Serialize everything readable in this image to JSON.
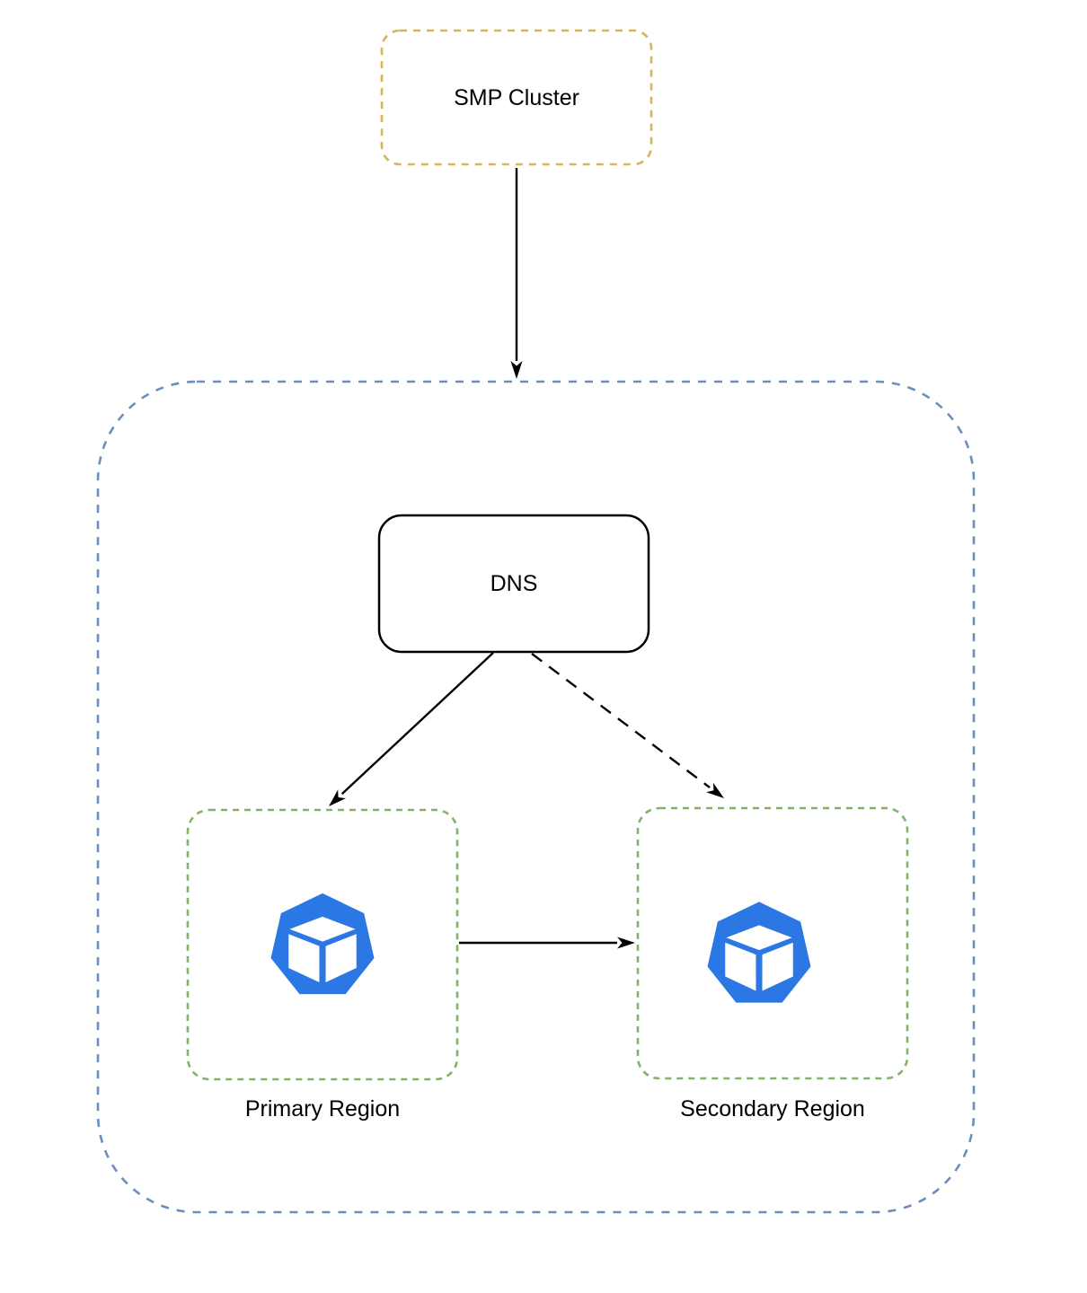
{
  "diagram": {
    "type": "flow-diagram",
    "nodes": {
      "smp_cluster": {
        "label": "SMP Cluster",
        "border_style": "dashed"
      },
      "dns_zone_container": {
        "label": "",
        "border_style": "dashed"
      },
      "dns": {
        "label": "DNS",
        "border_style": "solid"
      },
      "primary_region": {
        "label": "Primary Region",
        "border_style": "dashed",
        "icon": "workload-cube-icon"
      },
      "secondary_region": {
        "label": "Secondary Region",
        "border_style": "dashed",
        "icon": "workload-cube-icon"
      }
    },
    "edges": [
      {
        "from": "smp_cluster",
        "to": "dns_zone_container",
        "style": "solid-arrow"
      },
      {
        "from": "dns",
        "to": "primary_region",
        "style": "solid-arrow"
      },
      {
        "from": "dns",
        "to": "secondary_region",
        "style": "dashed-arrow"
      },
      {
        "from": "primary_region",
        "to": "secondary_region",
        "style": "solid-arrow"
      }
    ],
    "colors": {
      "smp_border": "#d6b656",
      "zone_border": "#6c8ebf",
      "region_border": "#82b366",
      "dns_border": "#000000",
      "edge_stroke": "#000000",
      "icon_blue": "#2b78e4",
      "label_text": "#000000",
      "background": "#ffffff"
    }
  }
}
